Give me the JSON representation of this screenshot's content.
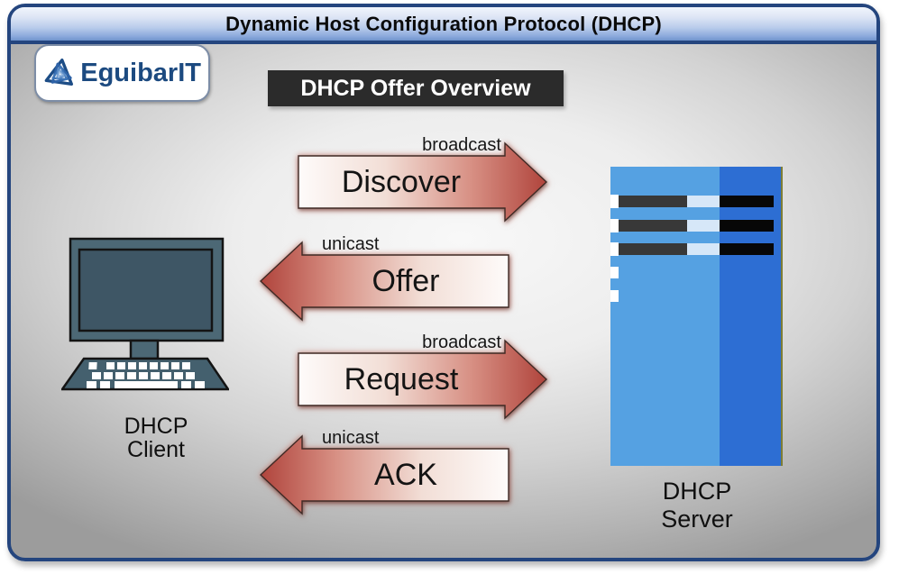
{
  "header": {
    "title": "Dynamic Host Configuration Protocol (DHCP)"
  },
  "logo": {
    "brand": "Eguibar",
    "brand_suffix": "IT"
  },
  "subtitle": {
    "label": "DHCP Offer Overview"
  },
  "messages": [
    {
      "name": "Discover",
      "cast_label": "broadcast",
      "direction": "right",
      "from": "DHCP Client",
      "to": "DHCP Server"
    },
    {
      "name": "Offer",
      "cast_label": "unicast",
      "direction": "left",
      "from": "DHCP Server",
      "to": "DHCP Client"
    },
    {
      "name": "Request",
      "cast_label": "broadcast",
      "direction": "right",
      "from": "DHCP Client",
      "to": "DHCP Server"
    },
    {
      "name": "ACK",
      "cast_label": "unicast",
      "direction": "left",
      "from": "DHCP Server",
      "to": "DHCP Client"
    }
  ],
  "nodes": {
    "client": {
      "line1": "DHCP",
      "line2": "Client"
    },
    "server": {
      "line1": "DHCP",
      "line2": "Server"
    }
  },
  "colors": {
    "panel_border": "#24457E",
    "title_gradient_top": "#F1F5FC",
    "title_gradient_bottom": "#6E93CC",
    "subtitle_bg": "#2B2B2B",
    "arrow_head_red": "#B0443C",
    "arrow_tail_white": "#FEFBFA",
    "server_light_blue": "#55A1E2",
    "server_dark_blue": "#2D6ED3",
    "client_slate": "#4C6875",
    "logo_navy": "#1C4A80"
  }
}
